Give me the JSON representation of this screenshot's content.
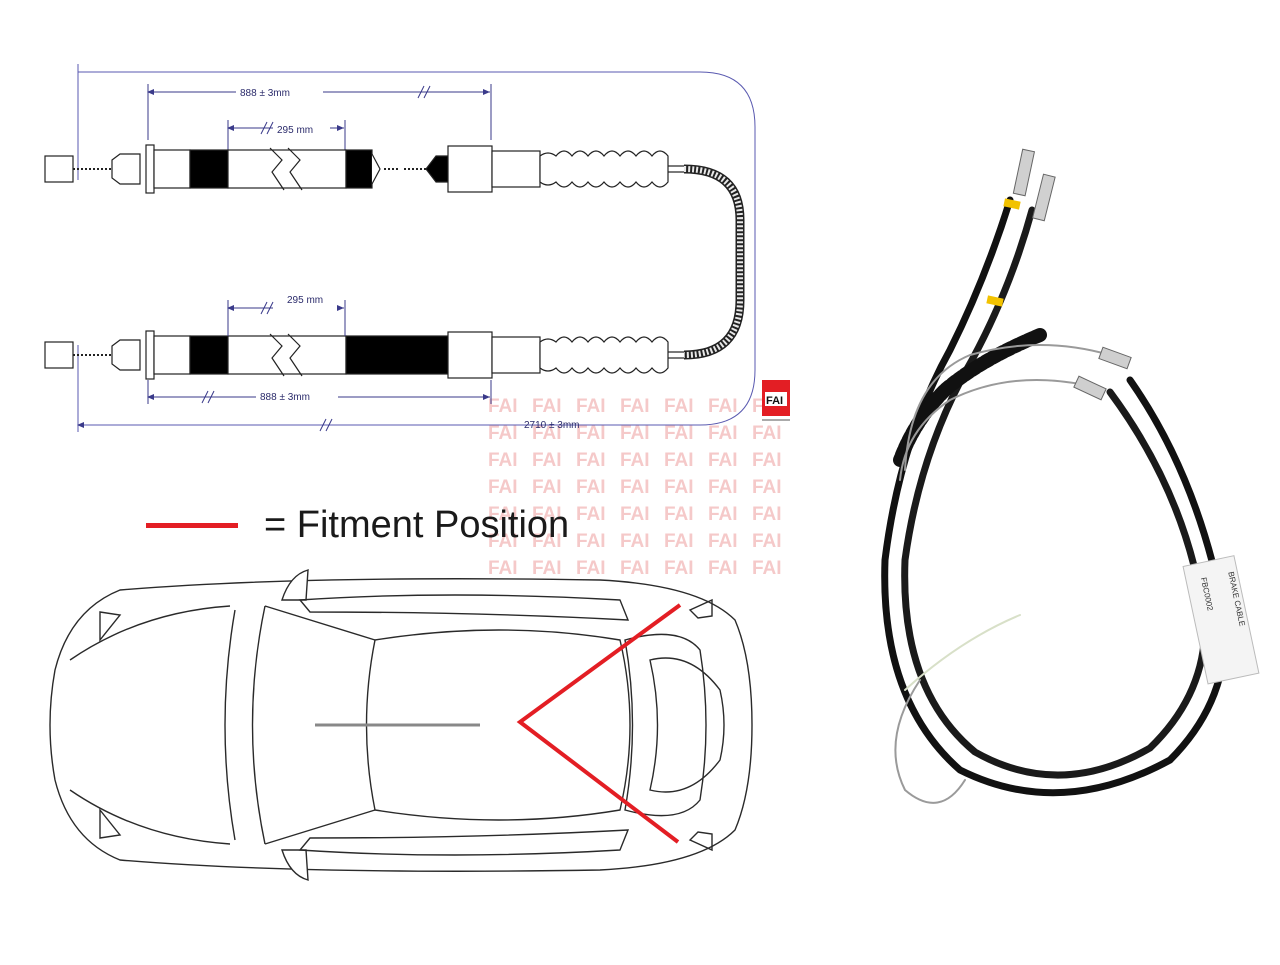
{
  "diagram": {
    "dimensions": {
      "top_888": "888 ± 3mm",
      "top_295": "295 mm",
      "bottom_295": "295 mm",
      "bottom_888": "888 ± 3mm",
      "overall": "2710 ± 3mm"
    },
    "brand_logo": "FAI",
    "watermark_text": "FAI"
  },
  "legend": {
    "label": "= Fitment Position",
    "color": "#e31e24"
  },
  "photo": {
    "tag_lines": [
      "BRAKE CABLE",
      "FBC0002"
    ]
  }
}
